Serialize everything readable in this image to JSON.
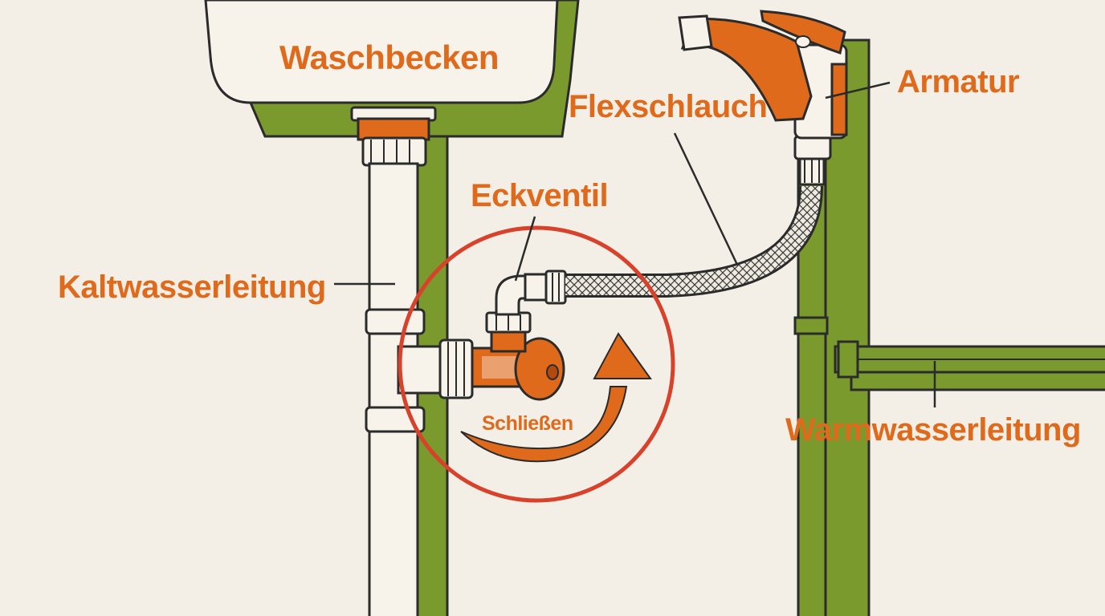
{
  "labels": {
    "sink": "Waschbecken",
    "faucet": "Armatur",
    "flex_hose": "Flexschlauch",
    "angle_valve": "Eckventil",
    "cold_pipe": "Kaltwasserleitung",
    "close_hint": "Schließen",
    "hot_pipe": "Warmwasserleitung"
  },
  "colors": {
    "background": "#f3efe6",
    "accent_orange": "#e06a1b",
    "pipe_green": "#7a9a2e",
    "outline": "#2b2b2b",
    "highlight_circle": "#d8412a",
    "porcelain": "#f7f3ea"
  }
}
